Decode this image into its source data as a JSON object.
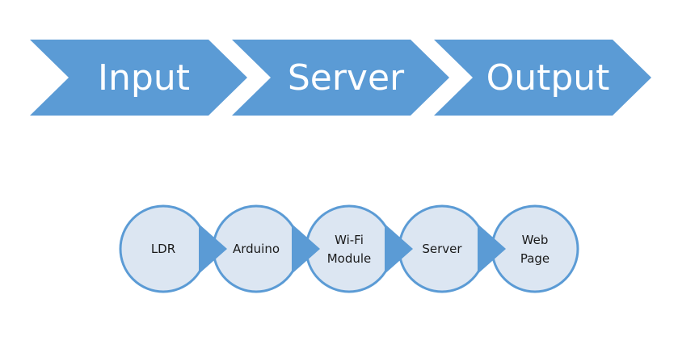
{
  "colors": {
    "chevron_fill": "#5b9bd5",
    "circle_fill": "#dce6f2",
    "circle_stroke": "#5b9bd5",
    "arrow_fill": "#5b9bd5",
    "chevron_text": "#ffffff",
    "circle_text": "#1a1a1a"
  },
  "top_flow": {
    "steps": [
      {
        "label": "Input"
      },
      {
        "label": "Server"
      },
      {
        "label": "Output"
      }
    ]
  },
  "bottom_flow": {
    "nodes": [
      {
        "line1": "LDR",
        "line2": ""
      },
      {
        "line1": "Arduino",
        "line2": ""
      },
      {
        "line1": "Wi-Fi",
        "line2": "Module"
      },
      {
        "line1": "Server",
        "line2": ""
      },
      {
        "line1": "Web",
        "line2": "Page"
      }
    ]
  }
}
